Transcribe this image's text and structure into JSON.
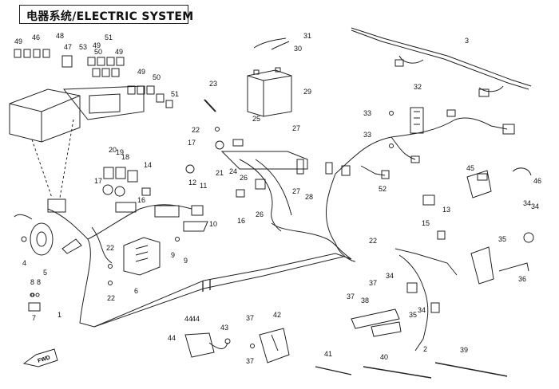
{
  "title": "电器系统/ELECTRIC SYSTEM",
  "front_marker": "FWD",
  "callouts": [
    "1",
    "2",
    "3",
    "4",
    "5",
    "6",
    "7",
    "8",
    "9",
    "10",
    "11",
    "12",
    "13",
    "14",
    "15",
    "16",
    "17",
    "18",
    "19",
    "20",
    "21",
    "22",
    "23",
    "24",
    "25",
    "26",
    "27",
    "28",
    "29",
    "30",
    "31",
    "32",
    "33",
    "34",
    "35",
    "36",
    "37",
    "38",
    "39",
    "40",
    "41",
    "42",
    "43",
    "44",
    "45",
    "46",
    "47",
    "48",
    "49",
    "50",
    "51",
    "52",
    "53"
  ]
}
